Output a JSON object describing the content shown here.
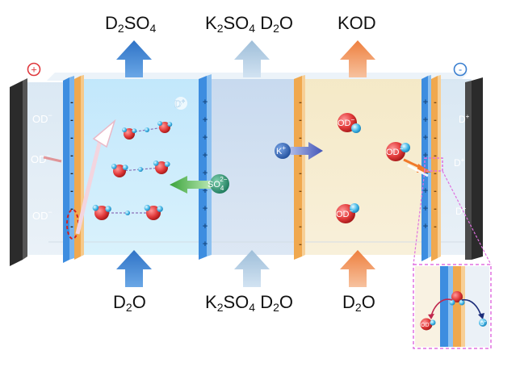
{
  "top_labels": {
    "left": [
      "D",
      "2",
      "SO",
      "4"
    ],
    "middle": [
      "K",
      "2",
      "SO",
      "4",
      " D",
      "2",
      "O"
    ],
    "right": [
      "KOD"
    ]
  },
  "bottom_labels": {
    "left": [
      "D",
      "2",
      "O"
    ],
    "middle": [
      "K",
      "2",
      "SO",
      "4",
      " D",
      "2",
      "O"
    ],
    "right": [
      "D",
      "2",
      "O"
    ]
  },
  "electrodes": {
    "anode_sign": "+",
    "cathode_sign": "-"
  },
  "membrane_signs": {
    "plus": "+",
    "minus": "-"
  },
  "ions": {
    "od_minus": "OD",
    "od_minus_sup": "−",
    "d_plus": "D",
    "d_plus_sup": "+",
    "k_plus": "K",
    "k_plus_sup": "+",
    "sulfate": "SO",
    "sulfate_sub": "4",
    "sulfate_sup": "2−",
    "od": "OD"
  },
  "colors": {
    "blue_arrow": "#3a7fd0",
    "light_blue_arrow": "#a9c6e0",
    "orange_arrow": "#f08a4b",
    "membrane_blue": "#3d8de0",
    "membrane_orange": "#f0a84e",
    "inset_border": "#e070e0"
  }
}
